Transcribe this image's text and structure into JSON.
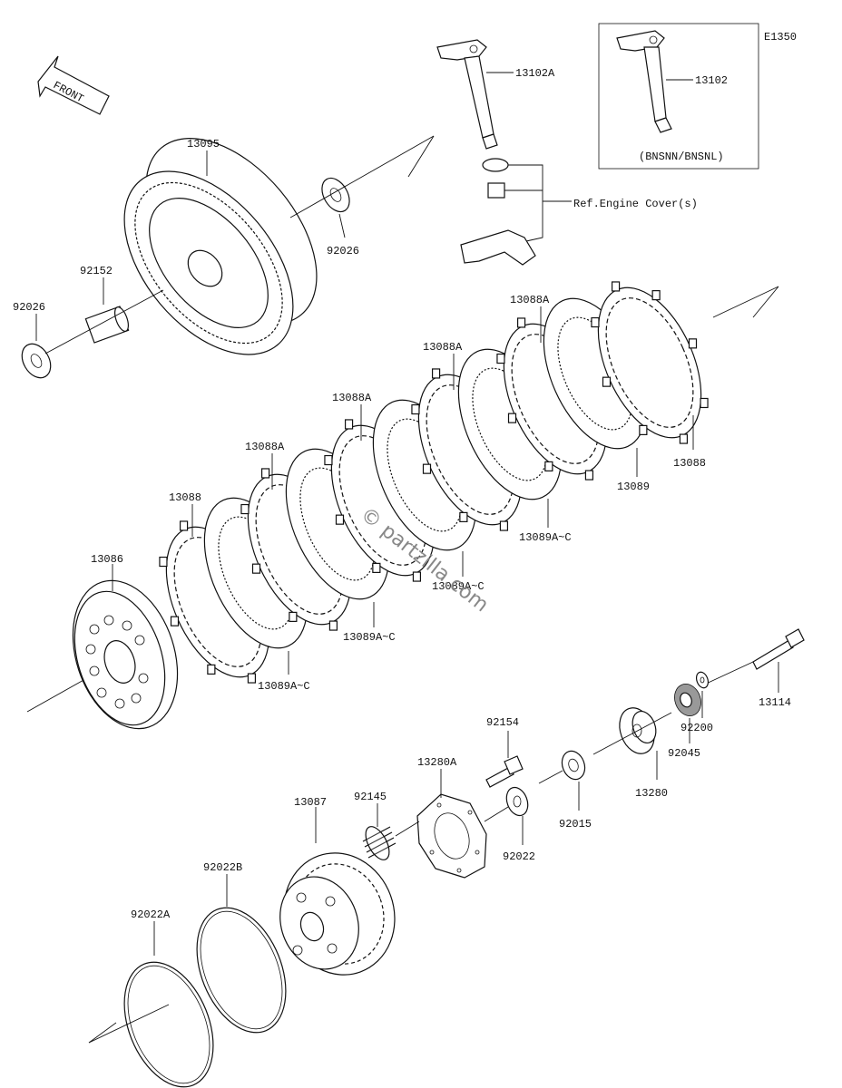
{
  "diagram_code": "E1350",
  "front_label": "FRONT",
  "variant_note": "(BNSNN/BNSNL)",
  "ref_note": "Ref.Engine Cover(s)",
  "watermark": "© partzilla.com",
  "labels": {
    "p13095": "13095",
    "p92026_top": "92026",
    "p92152": "92152",
    "p92026_left": "92026",
    "p13102A": "13102A",
    "p13102": "13102",
    "p13088A_1": "13088A",
    "p13088A_2": "13088A",
    "p13088A_3": "13088A",
    "p13088A_4": "13088A",
    "p13088_left": "13088",
    "p13088_right": "13088",
    "p13089": "13089",
    "p13089AC_1": "13089A~C",
    "p13089AC_2": "13089A~C",
    "p13089AC_3": "13089A~C",
    "p13089AC_4": "13089A~C",
    "p13086": "13086",
    "p13114": "13114",
    "p92200": "92200",
    "p92045": "92045",
    "p13280": "13280",
    "p92015": "92015",
    "p92154": "92154",
    "p13280A": "13280A",
    "p92022": "92022",
    "p92145": "92145",
    "p13087": "13087",
    "p92022B": "92022B",
    "p92022A": "92022A"
  }
}
